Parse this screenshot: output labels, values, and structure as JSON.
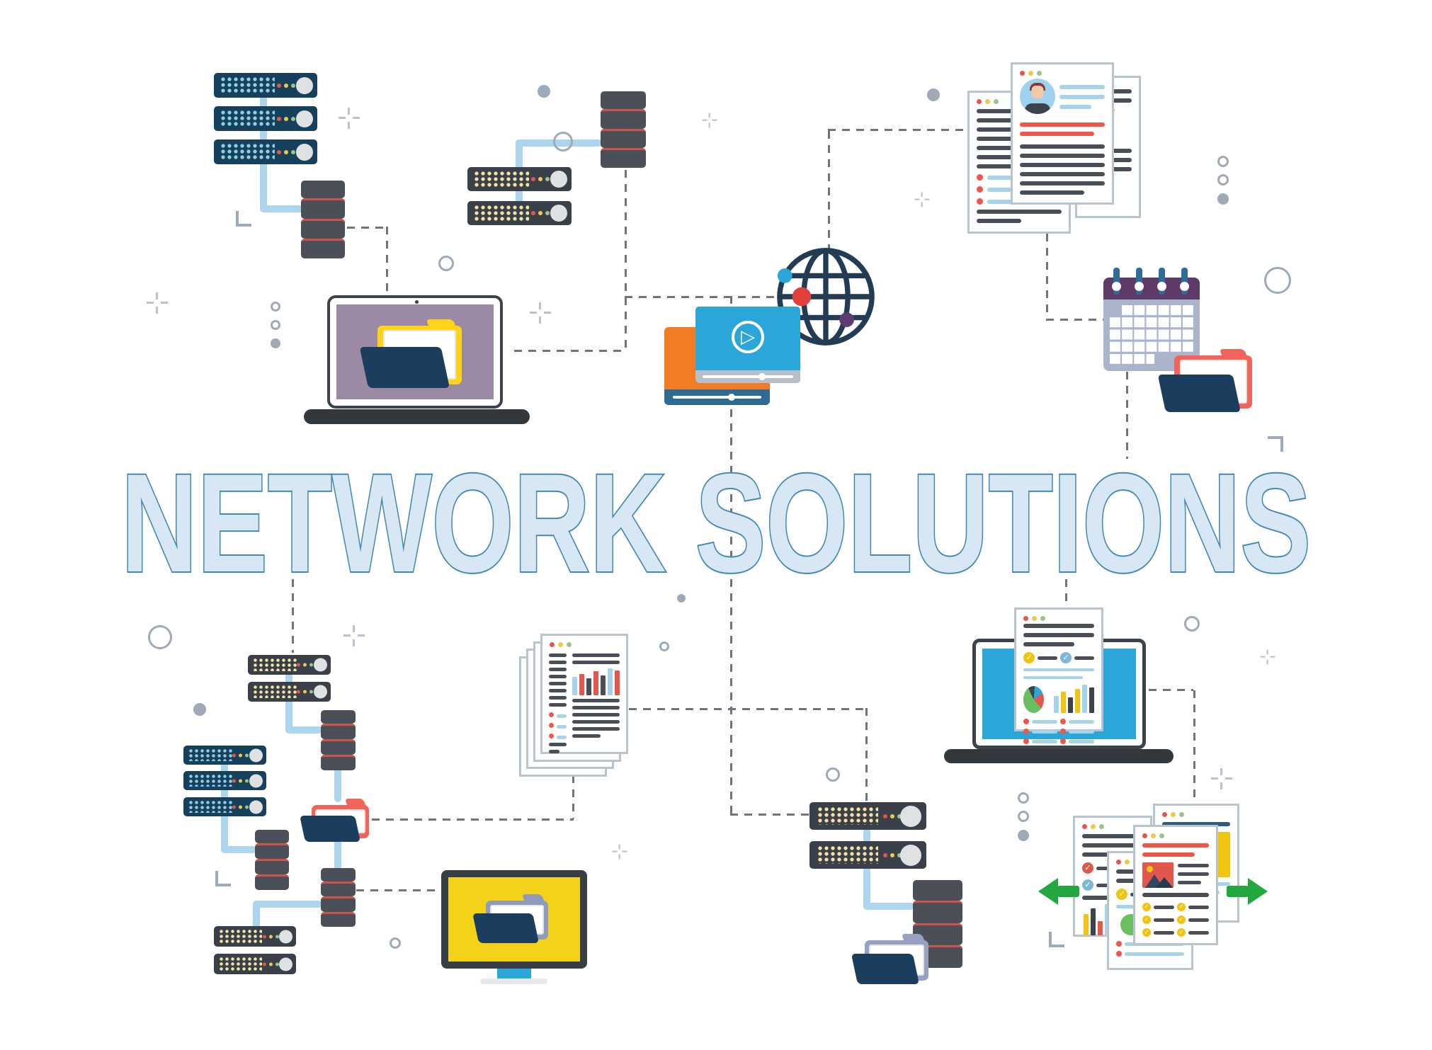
{
  "title": {
    "text": "NETWORK SOLUTIONS",
    "fill": "#d8e7f4",
    "outline": "#4589ae"
  },
  "palette": {
    "background": "#ffffff",
    "navy_server": "#17405c",
    "charcoal_server": "#3a4049",
    "server_dot_blue": "#8ecfe8",
    "server_dot_yellow": "#f3e2a2",
    "disk_gray": "#4a4f58",
    "disk_red_stripe": "#cf5347",
    "connector_blue": "#abd6ee",
    "dashed_gray": "#6f757c",
    "accent_cyan": "#2aa7d8",
    "accent_orange": "#f07d23",
    "accent_yellow": "#f2d319",
    "calendar_purple": "#5e3a69",
    "calendar_body": "#aab4cb",
    "folder_navy": "#1c3e5e",
    "folder_red": "#f2635a",
    "folder_yellow": "#ffd317",
    "folder_slate": "#97a2c2",
    "arrow_green": "#22a83e",
    "screen_mauve": "#9c8aa4",
    "doc_border": "#bac4cc",
    "line_dark": "#4a4f57",
    "line_red": "#ef564a",
    "line_blue": "#a6d3ea"
  },
  "icons": {
    "play-icon": "▷",
    "check-icon": "✓",
    "globe-icon": "wireframe globe with network nodes",
    "server-rack-icon": "rack unit with LED grid and knob",
    "disk-stack-icon": "stacked storage drives",
    "folder-icon": "open folder with papers",
    "calendar-icon": "spiral-bound month calendar",
    "document-icon": "page with text lines and charts",
    "arrow-left-icon": "green left arrow",
    "arrow-right-icon": "green right arrow"
  },
  "components": [
    "server-cluster-top-left",
    "server-cluster-top-middle",
    "laptop-folder-purple",
    "globe-video-player",
    "resume-documents",
    "calendar-folder",
    "server-cluster-bottom-left",
    "report-pages-stack",
    "monitor-folder-yellow",
    "server-cluster-bottom-right",
    "laptop-report-blue",
    "document-exchange"
  ]
}
